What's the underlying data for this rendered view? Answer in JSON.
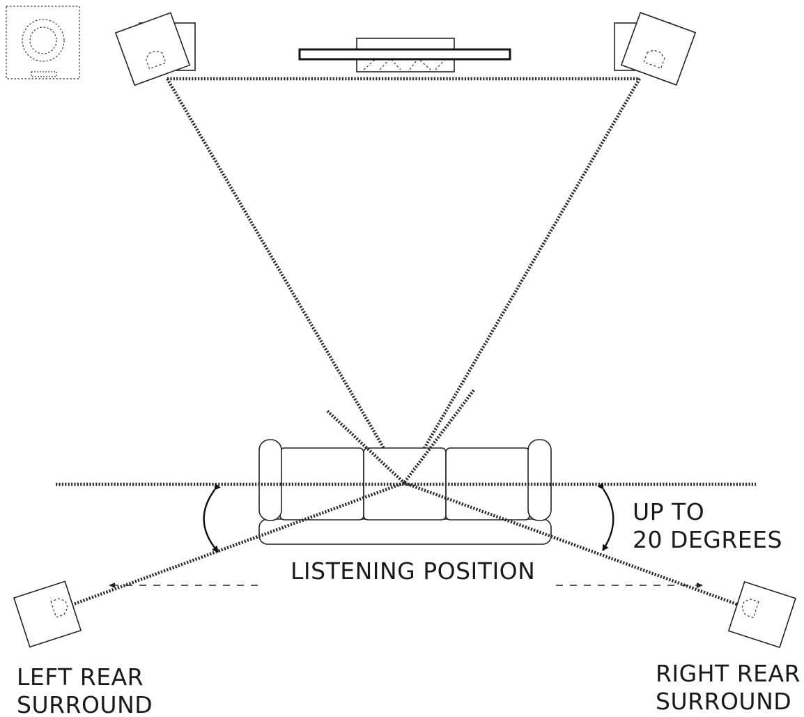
{
  "labels": {
    "listening_position": "LISTENING POSITION",
    "up_to_line1": "UP TO",
    "up_to_line2": "20 DEGREES",
    "left_rear_line1": "LEFT REAR",
    "left_rear_line2": "SURROUND",
    "right_rear_line1": "RIGHT REAR",
    "right_rear_line2": "SURROUND"
  },
  "colors": {
    "line": "#2a2a2a",
    "background": "#ffffff"
  },
  "icons": [
    "subwoofer-icon",
    "front-left-speaker-icon",
    "front-right-speaker-icon",
    "tv-icon",
    "center-speaker-icon",
    "sofa-icon",
    "left-rear-speaker-icon",
    "right-rear-speaker-icon"
  ]
}
